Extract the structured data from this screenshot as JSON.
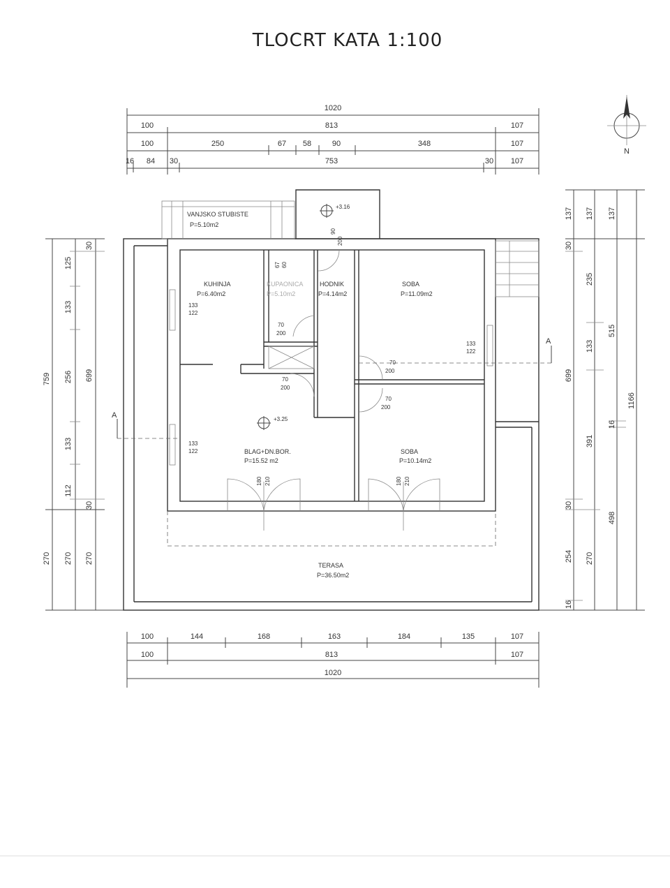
{
  "title": "TLOCRT KATA 1:100",
  "north_label": "N",
  "section_label": "A",
  "top_dims": {
    "row1": [
      "1020"
    ],
    "row2": [
      "100",
      "813",
      "107"
    ],
    "row3": [
      "100",
      "250",
      "67",
      "58",
      "90",
      "348",
      "107"
    ],
    "row4": [
      "16",
      "84",
      "30",
      "753",
      "30",
      "107"
    ]
  },
  "bottom_dims": {
    "row1": [
      "100",
      "144",
      "168",
      "163",
      "184",
      "135",
      "107"
    ],
    "row2": [
      "100",
      "813",
      "107"
    ],
    "row3": [
      "1020"
    ]
  },
  "left_dims": {
    "col1": [
      "759",
      "270"
    ],
    "col2": [
      "125",
      "133",
      "256",
      "133",
      "112",
      "270"
    ],
    "col3": [
      "30",
      "699",
      "30",
      "270"
    ]
  },
  "right_dims": {
    "col1": [
      "137",
      "30",
      "699",
      "30",
      "254",
      "16"
    ],
    "col2": [
      "137",
      "235",
      "133",
      "391",
      "270"
    ],
    "col3": [
      "137",
      "515",
      "16",
      "498"
    ],
    "col4": [
      "1166"
    ]
  },
  "rooms": {
    "stairs": {
      "name": "VANJSKO STUBISTE",
      "area": "P=5.10m2"
    },
    "kitchen": {
      "name": "KUHINJA",
      "area": "P=6.40m2"
    },
    "bathroom": {
      "name": "KUPAONICA",
      "area": "P=5.10m2"
    },
    "hall": {
      "name": "HODNIK",
      "area": "P=4.14m2"
    },
    "room1": {
      "name": "SOBA",
      "area": "P=11.09m2"
    },
    "dining": {
      "name": "BLAG+DN.BOR.",
      "area": "P=15.52 m2"
    },
    "room2": {
      "name": "SOBA",
      "area": "P=10.14m2"
    },
    "terrace": {
      "name": "TERASA",
      "area": "P=36.50m2"
    }
  },
  "levels": {
    "upper": "+3.16",
    "floor": "+3.25"
  },
  "openings": {
    "win_a": [
      "133",
      "122"
    ],
    "win_b": [
      "133",
      "122"
    ],
    "win_c": [
      "133",
      "122"
    ],
    "door_a": [
      "70",
      "200"
    ],
    "door_b": [
      "70",
      "200"
    ],
    "door_c": [
      "70",
      "200"
    ],
    "door_d": [
      "70",
      "200"
    ],
    "door_e": [
      "90",
      "200"
    ],
    "door_f": [
      "67",
      "60"
    ],
    "door_g": [
      "180",
      "210"
    ],
    "door_h": [
      "180",
      "210"
    ]
  }
}
